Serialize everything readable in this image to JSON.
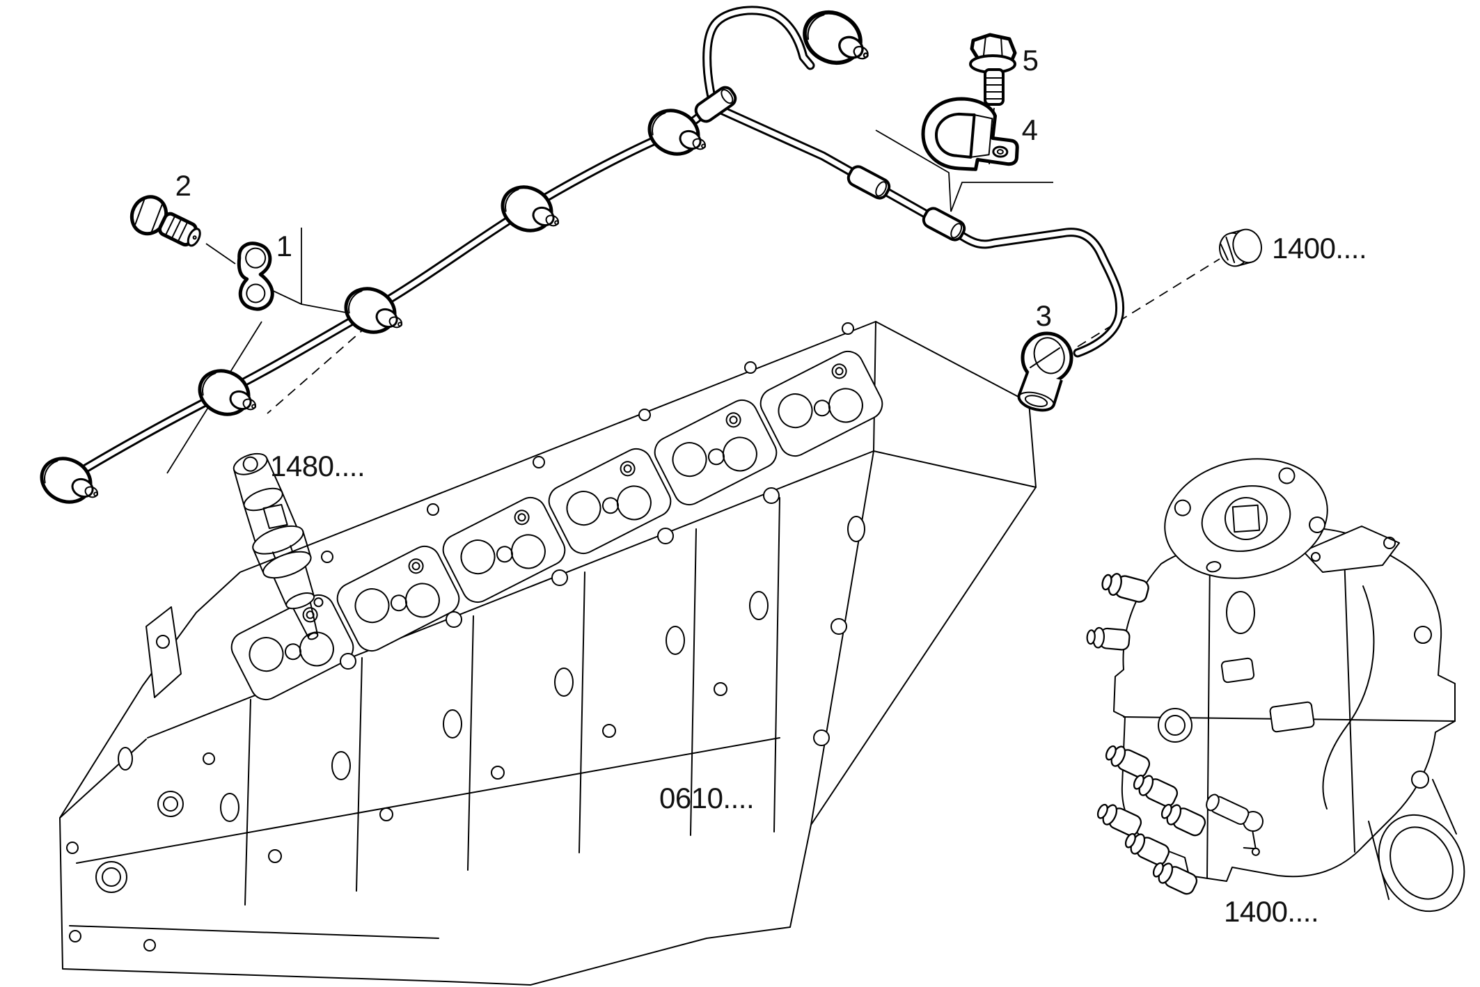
{
  "diagram": {
    "background_color": "#ffffff",
    "line_color": "#000000",
    "label_color": "#111111"
  },
  "callouts": [
    {
      "id": "1",
      "label": "1",
      "part": "pipe-clamp-plate"
    },
    {
      "id": "2",
      "label": "2",
      "part": "union-screw"
    },
    {
      "id": "3",
      "label": "3",
      "part": "banjo-union"
    },
    {
      "id": "4",
      "label": "4",
      "part": "pipe-clamp-block"
    },
    {
      "id": "5",
      "label": "5",
      "part": "clamp-screw"
    }
  ],
  "references": [
    {
      "id": "injector",
      "label": "1480...."
    },
    {
      "id": "cylinder-head",
      "label": "0610...."
    },
    {
      "id": "pump-union-nut",
      "label": "1400...."
    },
    {
      "id": "injection-pump",
      "label": "1400...."
    }
  ]
}
